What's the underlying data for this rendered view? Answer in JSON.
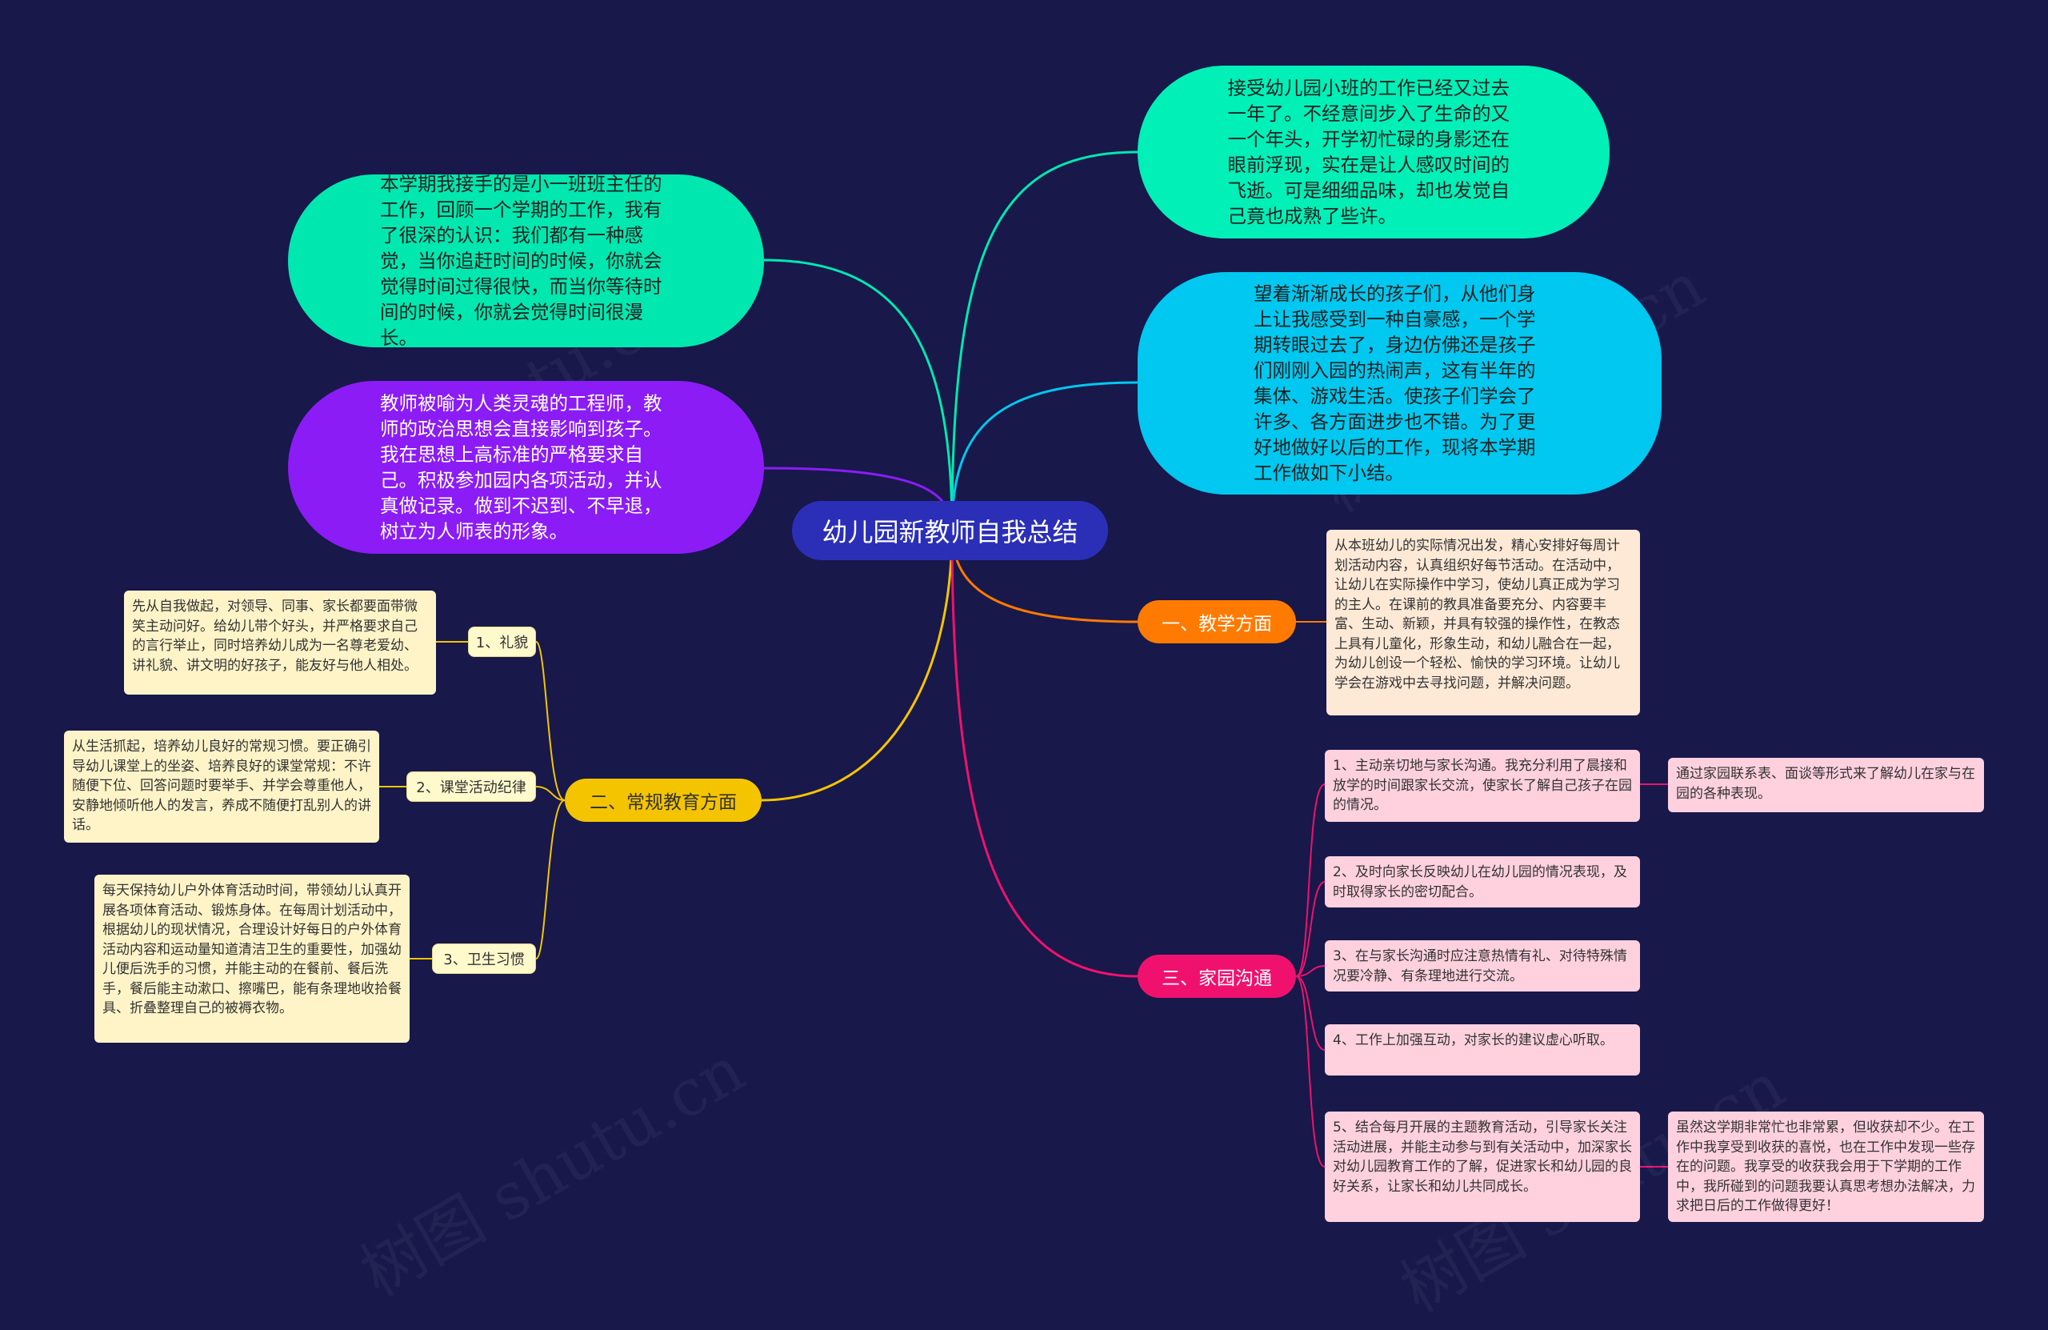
{
  "root": {
    "title": "幼儿园新教师自我总结"
  },
  "left_bubbles": [
    {
      "text": "本学期我接手的是小一班班主任的工作，回顾一个学期的工作，我有了很深的认识：我们都有一种感觉，当你追赶时间的时候，你就会觉得时间过得很快，而当你等待时间的时候，你就会觉得时间很漫长。",
      "color": "#00e8b0"
    },
    {
      "text": "教师被喻为人类灵魂的工程师，教师的政治思想会直接影响到孩子。我在思想上高标准的严格要求自己。积极参加园内各项活动，并认真做记录。做到不迟到、不早退，树立为人师表的形象。",
      "color": "#8b1cf5"
    }
  ],
  "right_bubbles": [
    {
      "text": "接受幼儿园小班的工作已经又过去一年了。不经意间步入了生命的又一个年头，开学初忙碌的身影还在眼前浮现，实在是让人感叹时间的飞逝。可是细细品味，却也发觉自己竟也成熟了些许。",
      "color": "#00f0b8"
    },
    {
      "text": "望着渐渐成长的孩子们，从他们身上让我感受到一种自豪感，一个学期转眼过去了，身边仿佛还是孩子们刚刚入园的热闹声，这有半年的集体、游戏生活。使孩子们学会了许多、各方面进步也不错。为了更好地做好以后的工作，现将本学期工作做如下小结。",
      "color": "#00c8f0"
    }
  ],
  "branches": {
    "teaching": {
      "label": "一、教学方面",
      "color": "#ff7a00",
      "detail": "从本班幼儿的实际情况出发，精心安排好每周计划活动内容，认真组织好每节活动。在活动中，让幼儿在实际操作中学习，使幼儿真正成为学习的主人。在课前的教具准备要充分、内容要丰富、生动、新颖，并具有较强的操作性，在教态上具有儿童化，形象生动，和幼儿融合在一起，为幼儿创设一个轻松、愉快的学习环境。让幼儿学会在游戏中去寻找问题，并解决问题。"
    },
    "routine": {
      "label": "二、常规教育方面",
      "color": "#f5c400",
      "items": [
        {
          "tag": "1、礼貌",
          "detail": "先从自我做起，对领导、同事、家长都要面带微笑主动问好。给幼儿带个好头，并严格要求自己的言行举止，同时培养幼儿成为一名尊老爱幼、讲礼貌、讲文明的好孩子，能友好与他人相处。"
        },
        {
          "tag": "2、课堂活动纪律",
          "detail": "从生活抓起，培养幼儿良好的常规习惯。要正确引导幼儿课堂上的坐姿、培养良好的课堂常规：不许随便下位、回答问题时要举手、并学会尊重他人，安静地倾听他人的发言，养成不随便打乱别人的讲话。"
        },
        {
          "tag": "3、卫生习惯",
          "detail": "每天保持幼儿户外体育活动时间，带领幼儿认真开展各项体育活动、锻炼身体。在每周计划活动中，根据幼儿的现状情况，合理设计好每日的户外体育活动内容和运动量知道清洁卫生的重要性，加强幼儿便后洗手的习惯，并能主动的在餐前、餐后洗手，餐后能主动漱口、擦嘴巴，能有条理地收拾餐具、折叠整理自己的被褥衣物。"
        }
      ]
    },
    "home": {
      "label": "三、家园沟通",
      "color": "#f0116e",
      "items": [
        {
          "text": "1、主动亲切地与家长沟通。我充分利用了晨接和放学的时间跟家长交流，使家长了解自己孩子在园的情况。",
          "extra": "通过家园联系表、面谈等形式来了解幼儿在家与在园的各种表现。"
        },
        {
          "text": "2、及时向家长反映幼儿在幼儿园的情况表现，及时取得家长的密切配合。"
        },
        {
          "text": "3、在与家长沟通时应注意热情有礼、对待特殊情况要冷静、有条理地进行交流。"
        },
        {
          "text": "4、工作上加强互动，对家长的建议虚心听取。"
        },
        {
          "text": "5、结合每月开展的主题教育活动，引导家长关注活动进展，并能主动参与到有关活动中，加深家长对幼儿园教育工作的了解，促进家长和幼儿园的良好关系，让家长和幼儿共同成长。",
          "extra": "虽然这学期非常忙也非常累，但收获却不少。在工作中我享受到收获的喜悦，也在工作中发现一些存在的问题。我享受的收获我会用于下学期的工作中，我所碰到的问题我要认真思考想办法解决，力求把日后的工作做得更好！"
        }
      ]
    }
  },
  "watermark": "树图 shutu.cn"
}
